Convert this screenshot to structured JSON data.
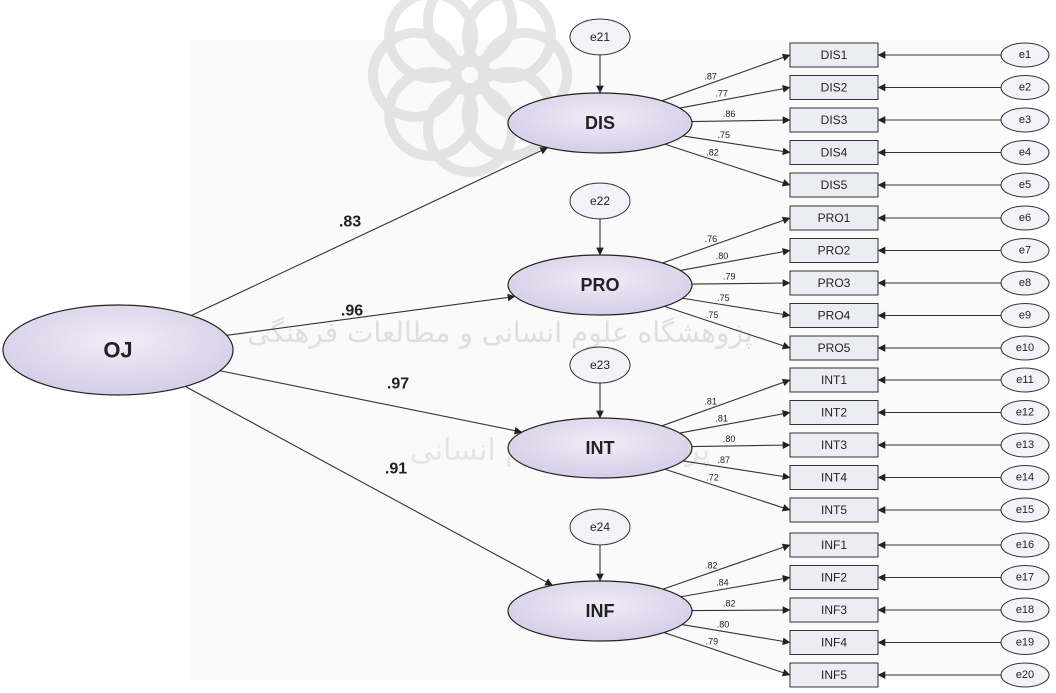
{
  "factor": {
    "label": "OJ"
  },
  "constructs": [
    {
      "id": "DIS",
      "label": "DIS",
      "error": "e21",
      "path": ".83",
      "indicators": [
        {
          "label": "DIS1",
          "loading": ".87",
          "error": "e1"
        },
        {
          "label": "DIS2",
          "loading": ".77",
          "error": "e2"
        },
        {
          "label": "DIS3",
          "loading": ".86",
          "error": "e3"
        },
        {
          "label": "DIS4",
          "loading": ".75",
          "error": "e4"
        },
        {
          "label": "DIS5",
          "loading": ".82",
          "error": "e5"
        }
      ]
    },
    {
      "id": "PRO",
      "label": "PRO",
      "error": "e22",
      "path": ".96",
      "indicators": [
        {
          "label": "PRO1",
          "loading": ".76",
          "error": "e6"
        },
        {
          "label": "PRO2",
          "loading": ".80",
          "error": "e7"
        },
        {
          "label": "PRO3",
          "loading": ".79",
          "error": "e8"
        },
        {
          "label": "PRO4",
          "loading": ".75",
          "error": "e9"
        },
        {
          "label": "PRO5",
          "loading": ".75",
          "error": "e10"
        }
      ]
    },
    {
      "id": "INT",
      "label": "INT",
      "error": "e23",
      "path": ".97",
      "indicators": [
        {
          "label": "INT1",
          "loading": ".81",
          "error": "e11"
        },
        {
          "label": "INT2",
          "loading": ".81",
          "error": "e12"
        },
        {
          "label": "INT3",
          "loading": ".80",
          "error": "e13"
        },
        {
          "label": "INT4",
          "loading": ".87",
          "error": "e14"
        },
        {
          "label": "INT5",
          "loading": ".72",
          "error": "e15"
        }
      ]
    },
    {
      "id": "INF",
      "label": "INF",
      "error": "e24",
      "path": ".91",
      "indicators": [
        {
          "label": "INF1",
          "loading": ".82",
          "error": "e16"
        },
        {
          "label": "INF2",
          "loading": ".84",
          "error": "e17"
        },
        {
          "label": "INF3",
          "loading": ".82",
          "error": "e18"
        },
        {
          "label": "INF4",
          "loading": ".80",
          "error": "e19"
        },
        {
          "label": "INF5",
          "loading": ".79",
          "error": "e20"
        }
      ]
    }
  ],
  "watermark": {
    "text": "پژوهشگاه علوم انسانی و مطالعات فرهنگی",
    "text2": "پرتال جامع علوم انسانی"
  },
  "colors": {
    "latent_fill": "#e3dcef",
    "latent_fill_dark": "#d4cbe6",
    "stroke": "#333333",
    "box_fill": "#ececf5",
    "error_fill": "#f4f2f9",
    "watermark": "#cfcfcf"
  }
}
